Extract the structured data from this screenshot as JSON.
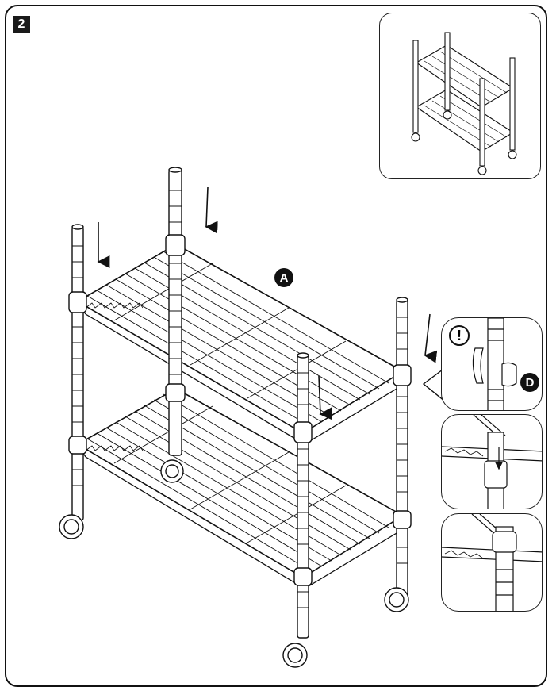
{
  "step": {
    "number": "2"
  },
  "callouts": {
    "shelf": "A",
    "sleeve": "D"
  },
  "icons": {
    "warning": "!"
  },
  "colors": {
    "ink": "#111111",
    "background": "#ffffff"
  }
}
